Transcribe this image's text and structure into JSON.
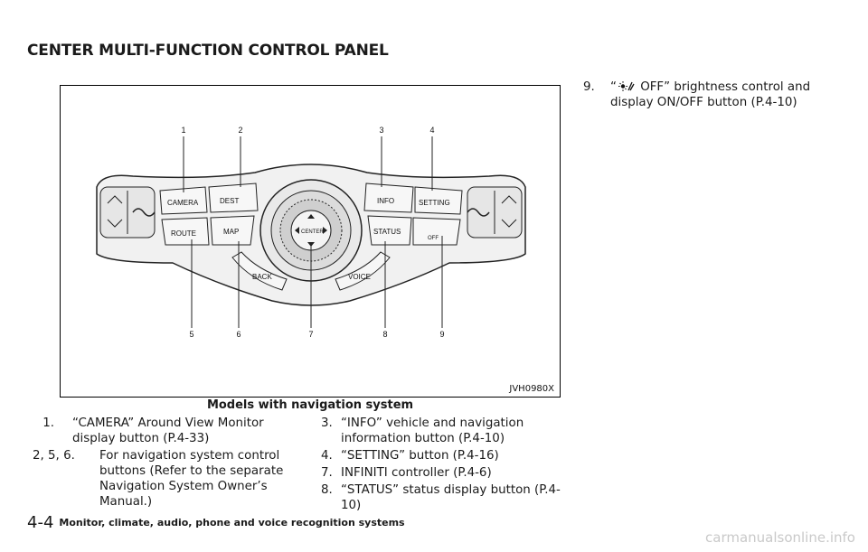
{
  "page": {
    "heading": "CENTER MULTI-FUNCTION CONTROL PANEL",
    "figure_code": "JVH0980X",
    "caption": "Models with navigation system",
    "footer_page": "4-4",
    "footer_text": "Monitor, climate, audio, phone and voice recognition systems",
    "watermark": "carmanualsonline.info"
  },
  "callouts": [
    "1",
    "2",
    "3",
    "4",
    "5",
    "6",
    "7",
    "8",
    "9"
  ],
  "panel_labels": {
    "camera": "CAMERA",
    "dest": "DEST",
    "info": "INFO",
    "setting": "SETTING",
    "route": "ROUTE",
    "map": "MAP",
    "status": "STATUS",
    "back": "BACK",
    "voice": "VOICE",
    "center": "CENTER",
    "off": "OFF"
  },
  "items": [
    {
      "num": "1.",
      "text": "“CAMERA” Around View Monitor display button (P.4-33)"
    },
    {
      "num": "2, 5, 6.",
      "text": "For navigation system control buttons (Refer to the separate Navigation System Owner’s Manual.)"
    },
    {
      "num": "3.",
      "text": "“INFO” vehicle and navigation information button (P.4-10)"
    },
    {
      "num": "4.",
      "text": "“SETTING” button (P.4-16)"
    },
    {
      "num": "7.",
      "text": "INFINITI controller (P.4-6)"
    },
    {
      "num": "8.",
      "text": "“STATUS” status display button (P.4-10)"
    },
    {
      "num": "9.",
      "text_before": "“",
      "text_after": " OFF” brightness control and display ON/OFF button (P.4-10)"
    }
  ]
}
